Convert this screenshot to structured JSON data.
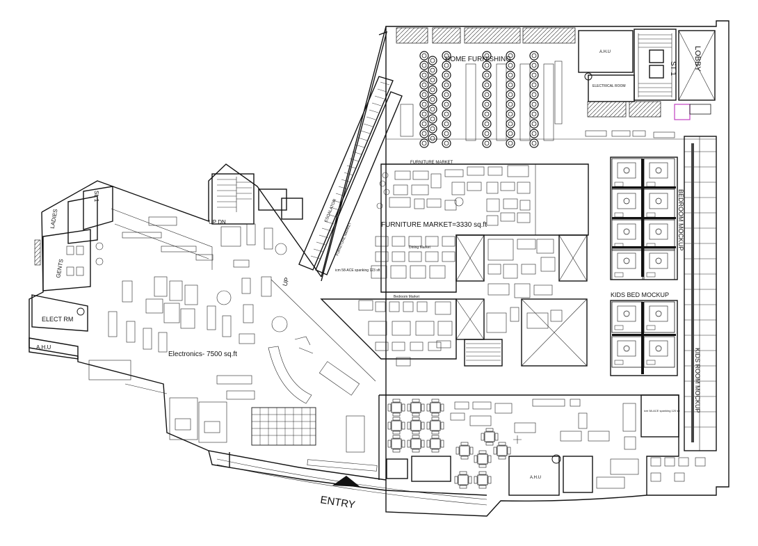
{
  "labels": {
    "lobby": "LOBBY",
    "st1": "ST 1",
    "ahu_top": "A.H.U",
    "electrical_room": "ELECTRICAL ROOM",
    "home_furnishing": "HOME FURNISHING",
    "furniture_market_small": "FURNITURE MARKET",
    "furniture_market": "FURNITURE MARKET=3330 sq.ft",
    "dining_market": "Dining Market",
    "bedroom_market": "Bedroom Market",
    "bedroom_mockup": "BEDROOM MOCKUP",
    "kids_bed_mockup": "KIDS BED MOCKUP",
    "kids_room_mockup": "KIDS ROOM MOCKUP",
    "sl1": "SL 1",
    "ladies": "LADIES",
    "gents": "GENTS",
    "elect_rm": "ELECT RM",
    "ahu_left": "A.H.U",
    "electronics": "Electronics- 7500 sq.ft",
    "up_dn": "UP DN",
    "up": "UP",
    "entry": "ENTRY",
    "ahu_bottom": "A.H.U",
    "furniture_market_vertical": "FURNITURE MARKET",
    "escalator": "ESCALATOR",
    "sample_area": "icm 58-ACE spanking 123 sft",
    "sample_area_2": "icm 58-ACE spanking 120 sft"
  }
}
